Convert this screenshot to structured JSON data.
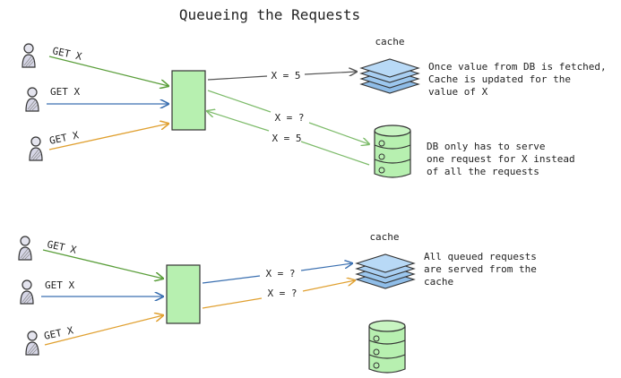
{
  "title": "Queueing the Requests",
  "colors": {
    "green": "#5a9e3a",
    "blue": "#3a6fb0",
    "orange": "#e0a030",
    "gray": "#555555",
    "box_fill": "#b7f0b0",
    "cache_fill": "#a9cff2",
    "db_fill": "#b7f0b0",
    "user_fill": "#d9d9e8"
  },
  "top": {
    "requests": [
      "GET X",
      "GET X",
      "GET X"
    ],
    "cache_label": "cache",
    "cache_edge_label": "X = 5",
    "db_query_label": "X = ?",
    "db_response_label": "X = 5",
    "cache_note": [
      "Once value from DB is fetched,",
      "Cache is updated for the",
      "value of X"
    ],
    "db_note": [
      "DB only has to serve",
      "one request for X instead",
      "of all the requests"
    ]
  },
  "bottom": {
    "requests": [
      "GET X",
      "GET X",
      "GET X"
    ],
    "cache_label": "cache",
    "edge_labels": [
      "X = ?",
      "X = ?"
    ],
    "cache_note": [
      "All queued requests",
      "are served from the",
      "cache"
    ]
  }
}
